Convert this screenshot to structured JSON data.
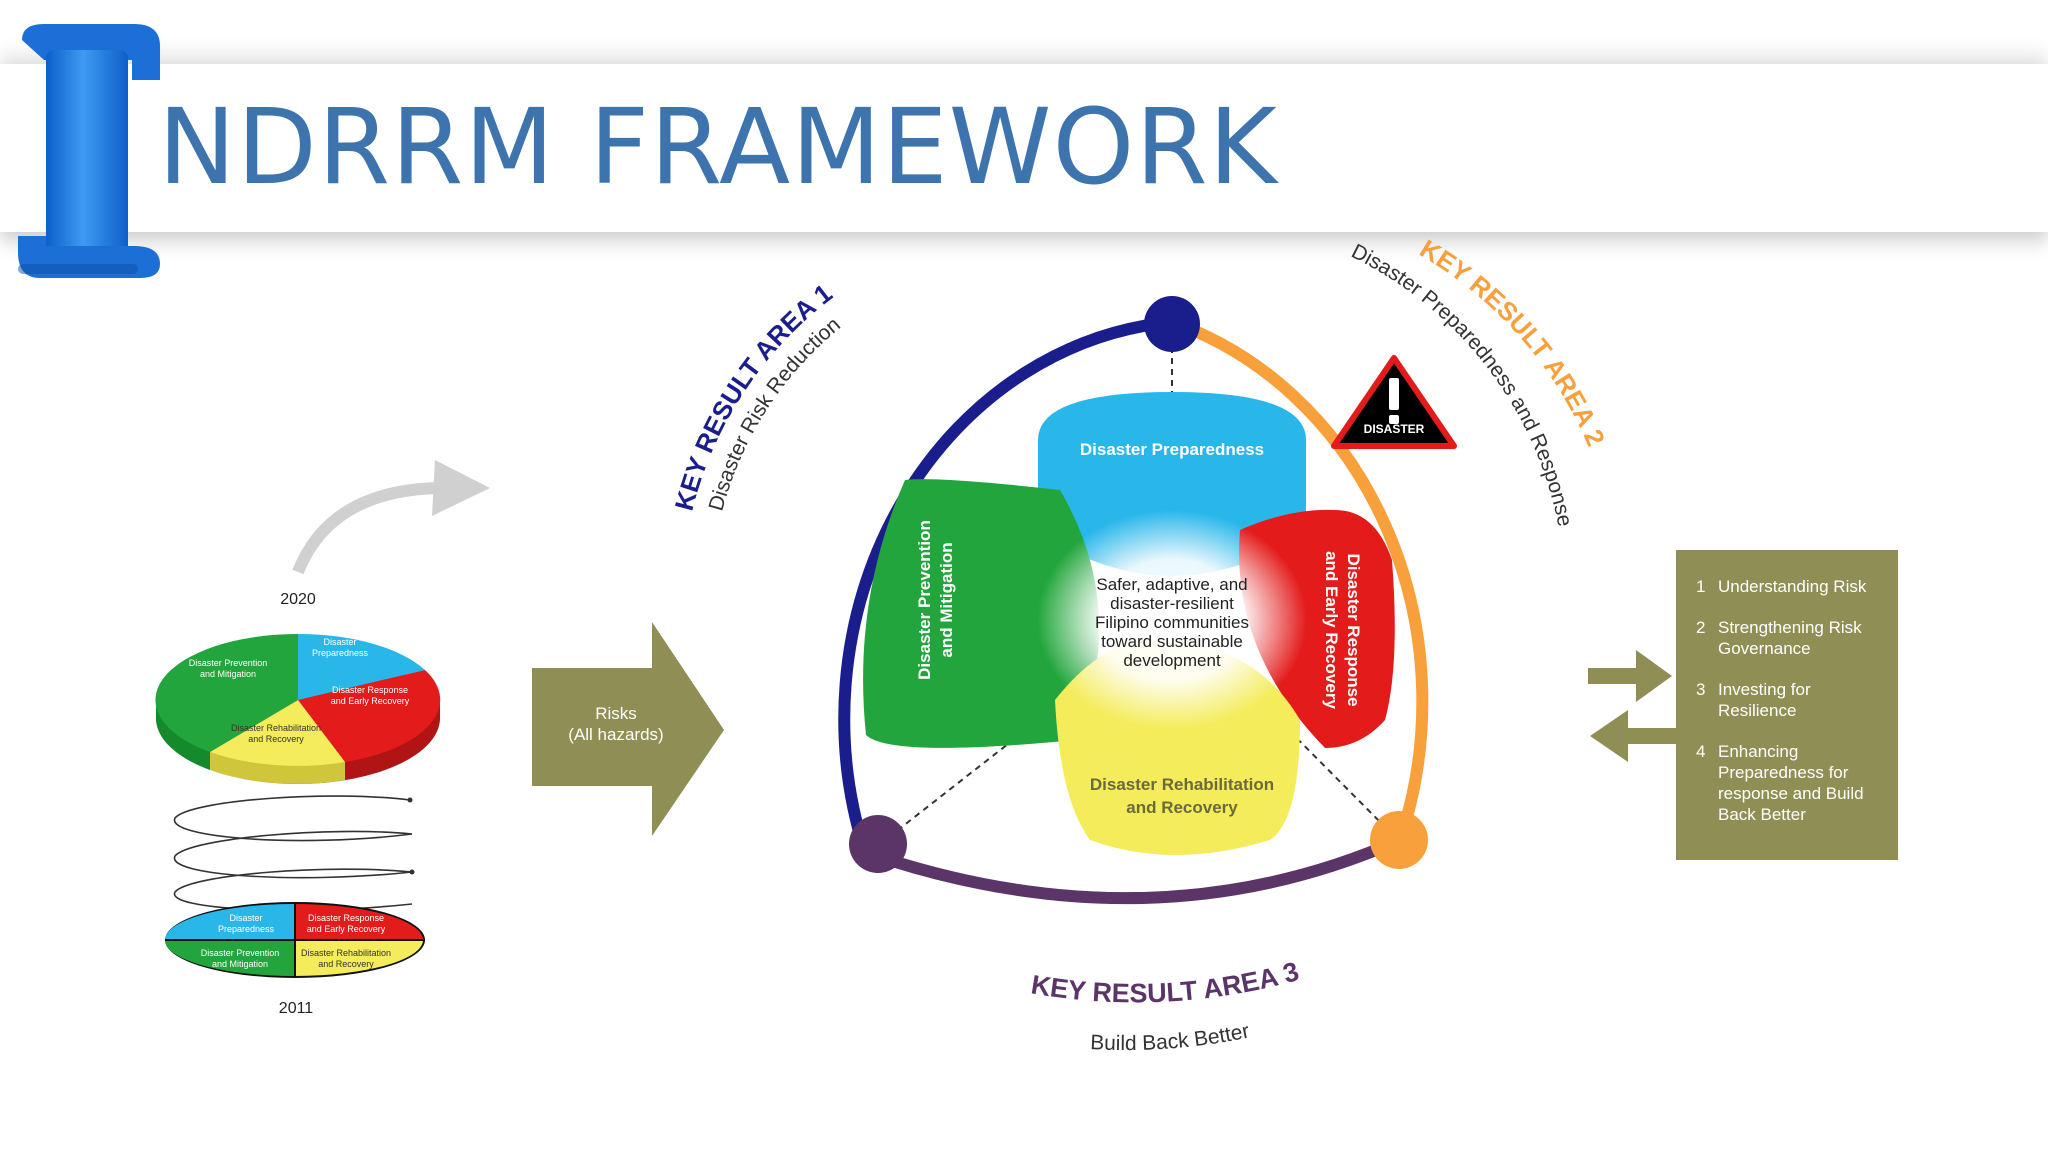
{
  "title": "NDRRM FRAMEWORK",
  "colors": {
    "title_blue": "#3e74ad",
    "kra1_navy": "#1a1d8c",
    "kra2_orange": "#f7a03c",
    "kra3_purple": "#5b3468",
    "olive": "#8f8f55",
    "prep_blue": "#29b7ea",
    "prev_green": "#22a53c",
    "resp_red": "#e31b1b",
    "rehab_yellow": "#f4ec5a"
  },
  "kra1": {
    "title": "KEY RESULT AREA 1",
    "subtitle": "Disaster Risk Reduction"
  },
  "kra2": {
    "title": "KEY RESULT AREA 2",
    "subtitle": "Disaster Preparedness and Response"
  },
  "kra3": {
    "title": "KEY RESULT AREA 3",
    "subtitle": "Build Back Better"
  },
  "warning_sign": {
    "label": "DISASTER",
    "icon": "warning-triangle-icon"
  },
  "petals": {
    "preparedness": "Disaster Preparedness",
    "prevention_line1": "Disaster Prevention",
    "prevention_line2": "and Mitigation",
    "response_line1": "Disaster Response",
    "response_line2": "and Early Recovery",
    "rehab_line1": "Disaster Rehabilitation",
    "rehab_line2": "and Recovery"
  },
  "center_text": [
    "Safer, adaptive, and",
    "disaster-resilient",
    "Filipino communities",
    "toward sustainable",
    "development"
  ],
  "risks_arrow": {
    "line1": "Risks",
    "line2": "(All hazards)"
  },
  "timeline": {
    "year_top": "2020",
    "year_bottom": "2011",
    "pie_2020": {
      "preparedness_1": "Disaster",
      "preparedness_2": "Preparedness",
      "prevention_1": "Disaster Prevention",
      "prevention_2": "and Mitigation",
      "response_1": "Disaster Response",
      "response_2": "and Early Recovery",
      "rehab_1": "Disaster Rehabilitation",
      "rehab_2": "and Recovery"
    },
    "pie_2011": {
      "preparedness_1": "Disaster",
      "preparedness_2": "Preparedness",
      "response_1": "Disaster Response",
      "response_2": "and Early Recovery",
      "prevention_1": "Disaster Prevention",
      "prevention_2": "and Mitigation",
      "rehab_1": "Disaster Rehabilitation",
      "rehab_2": "and Recovery"
    }
  },
  "priorities": [
    {
      "num": "1",
      "text": "Understanding Risk"
    },
    {
      "num": "2",
      "text": "Strengthening Risk Governance"
    },
    {
      "num": "3",
      "text": "Investing for Resilience"
    },
    {
      "num": "4",
      "text": "Enhancing Preparedness for response and Build Back Better"
    }
  ]
}
